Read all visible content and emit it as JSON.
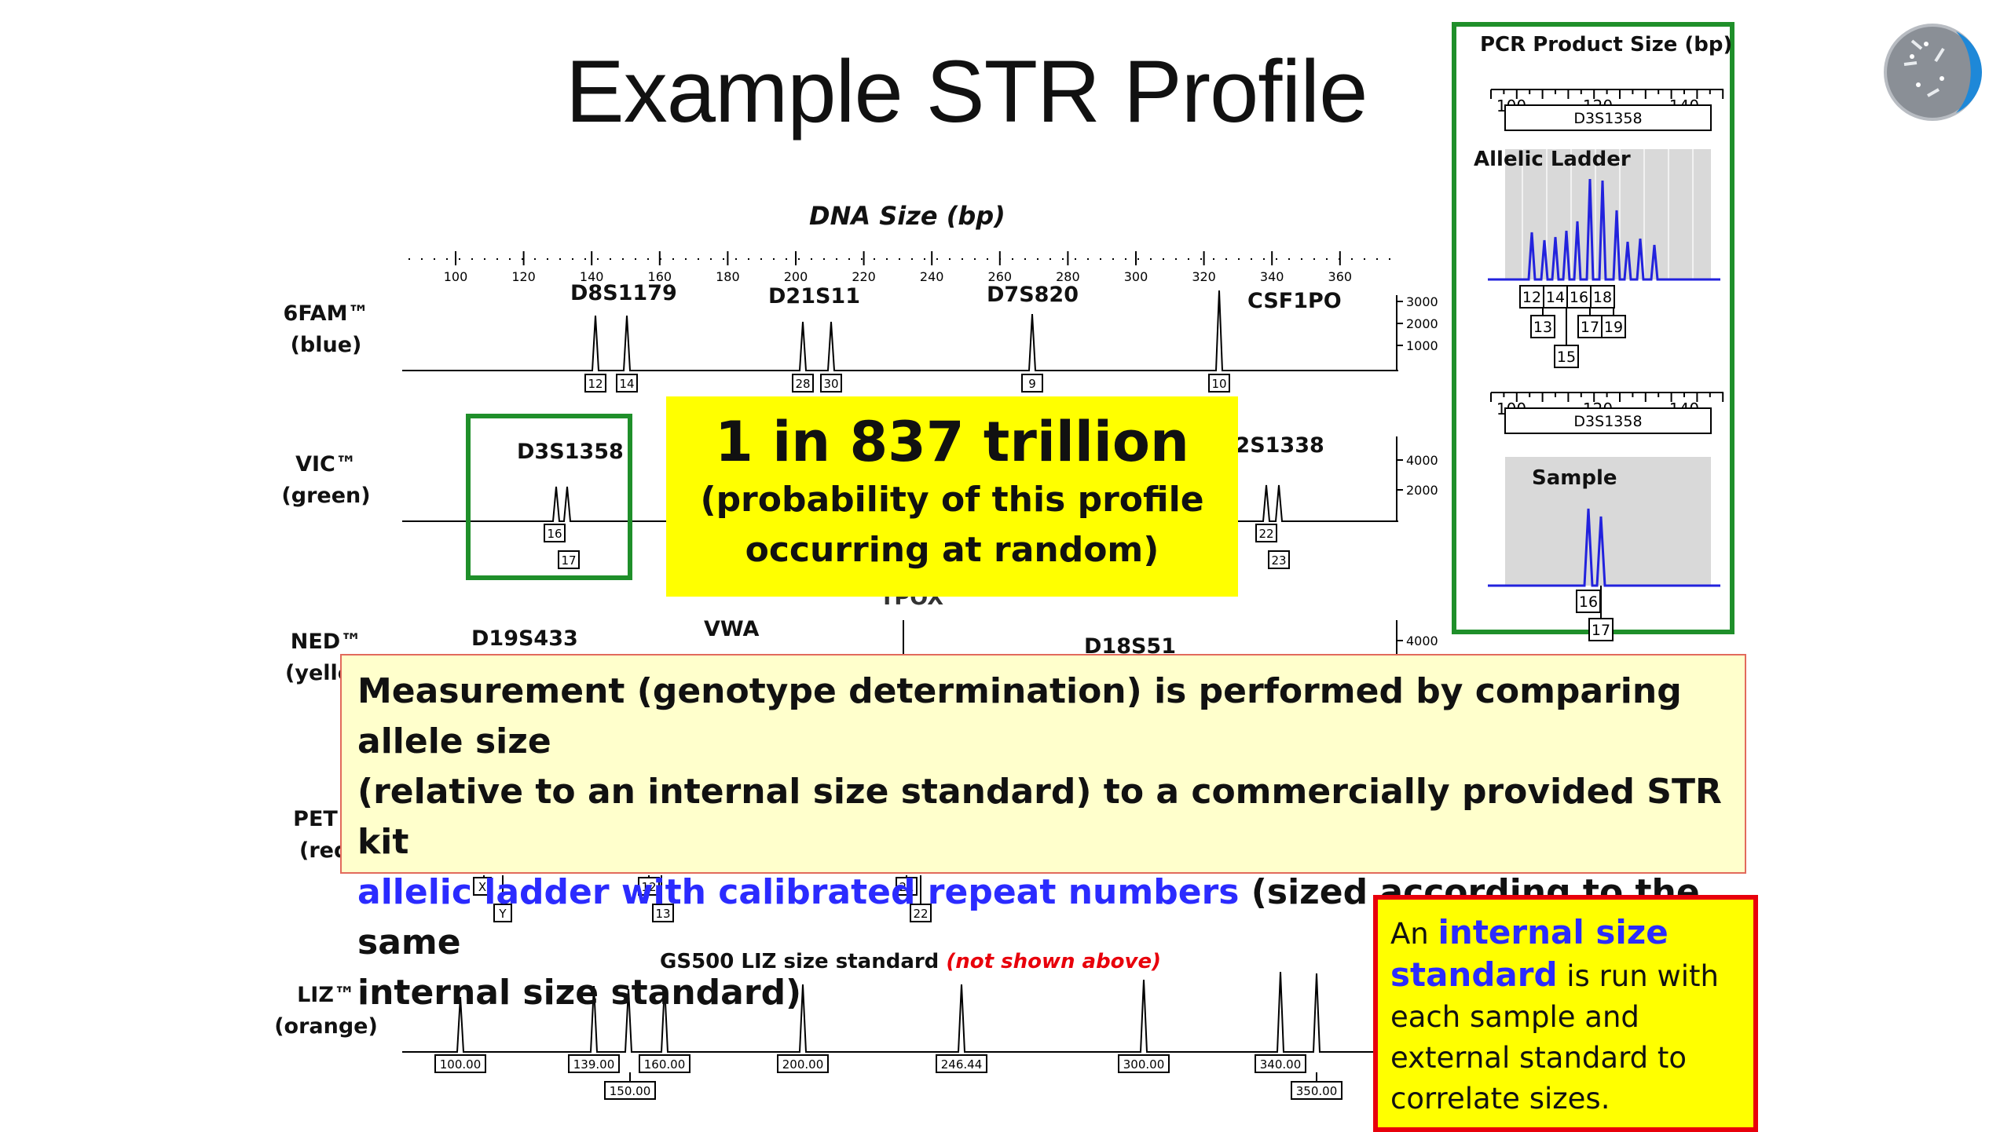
{
  "title": "Example STR Profile",
  "axis_title": "DNA Size (bp)",
  "top_axis_ticks": [
    "100",
    "120",
    "140",
    "160",
    "180",
    "200",
    "220",
    "240",
    "260",
    "280",
    "300",
    "320",
    "340",
    "360"
  ],
  "dyes": {
    "fam": {
      "name": "6FAM™",
      "color": "(blue)"
    },
    "vic": {
      "name": "VIC™",
      "color": "(green)"
    },
    "ned": {
      "name": "NED™",
      "color": "(yello"
    },
    "pet": {
      "name": "PET™",
      "color": "(red"
    },
    "liz": {
      "name": "LIZ™",
      "color": "(orange)"
    }
  },
  "loci": {
    "d8": "D8S1179",
    "d21": "D21S11",
    "d7": "D7S820",
    "csf": "CSF1PO",
    "d3": "D3S1358",
    "d2": "D2S1338",
    "d19": "D19S433",
    "vwa": "VWA",
    "d18": "D18S51",
    "tpox": "TPOX"
  },
  "fam_alleles": [
    "12",
    "14",
    "28",
    "30",
    "9",
    "10"
  ],
  "fam_scale": [
    "3000",
    "2000",
    "1000"
  ],
  "vic_alleles": [
    "16",
    "17",
    "22",
    "23"
  ],
  "vic_scale": [
    "4000",
    "2000"
  ],
  "ned_scale": [
    "4000"
  ],
  "pet_alleles": [
    "X",
    "Y",
    "12",
    "13",
    "21",
    "22"
  ],
  "liz": {
    "title": "GS500 LIZ size standard",
    "note": "(not shown above)",
    "sizes_top": [
      "100.00",
      "139.00",
      "160.00",
      "200.00",
      "246.44",
      "300.00",
      "340.00"
    ],
    "sizes_bottom": [
      "150.00",
      "350.00"
    ]
  },
  "probability": {
    "headline": "1 in 837 trillion",
    "line1": "(probability of this profile",
    "line2": "occurring at random)"
  },
  "measurement": {
    "line1": "Measurement (genotype determination) is performed by comparing allele size",
    "line2": "(relative to an internal size standard) to a commercially provided STR kit",
    "highlight": "allelic ladder with calibrated repeat numbers",
    "line3_rest": " (sized according to the same",
    "line4": "internal size standard)"
  },
  "internal_standard": {
    "prefix": "An ",
    "highlight": "internal size standard",
    "rest": " is run with each sample and external standard to correlate sizes."
  },
  "inset": {
    "title": "PCR Product Size (bp)",
    "ticks": [
      "100",
      "120",
      "140"
    ],
    "locus": "D3S1358",
    "ladder_label": "Allelic Ladder",
    "ladder_alleles": [
      "12",
      "13",
      "14",
      "15",
      "16",
      "17",
      "18",
      "19"
    ],
    "sample_label": "Sample",
    "sample_alleles": [
      "16",
      "17"
    ]
  }
}
